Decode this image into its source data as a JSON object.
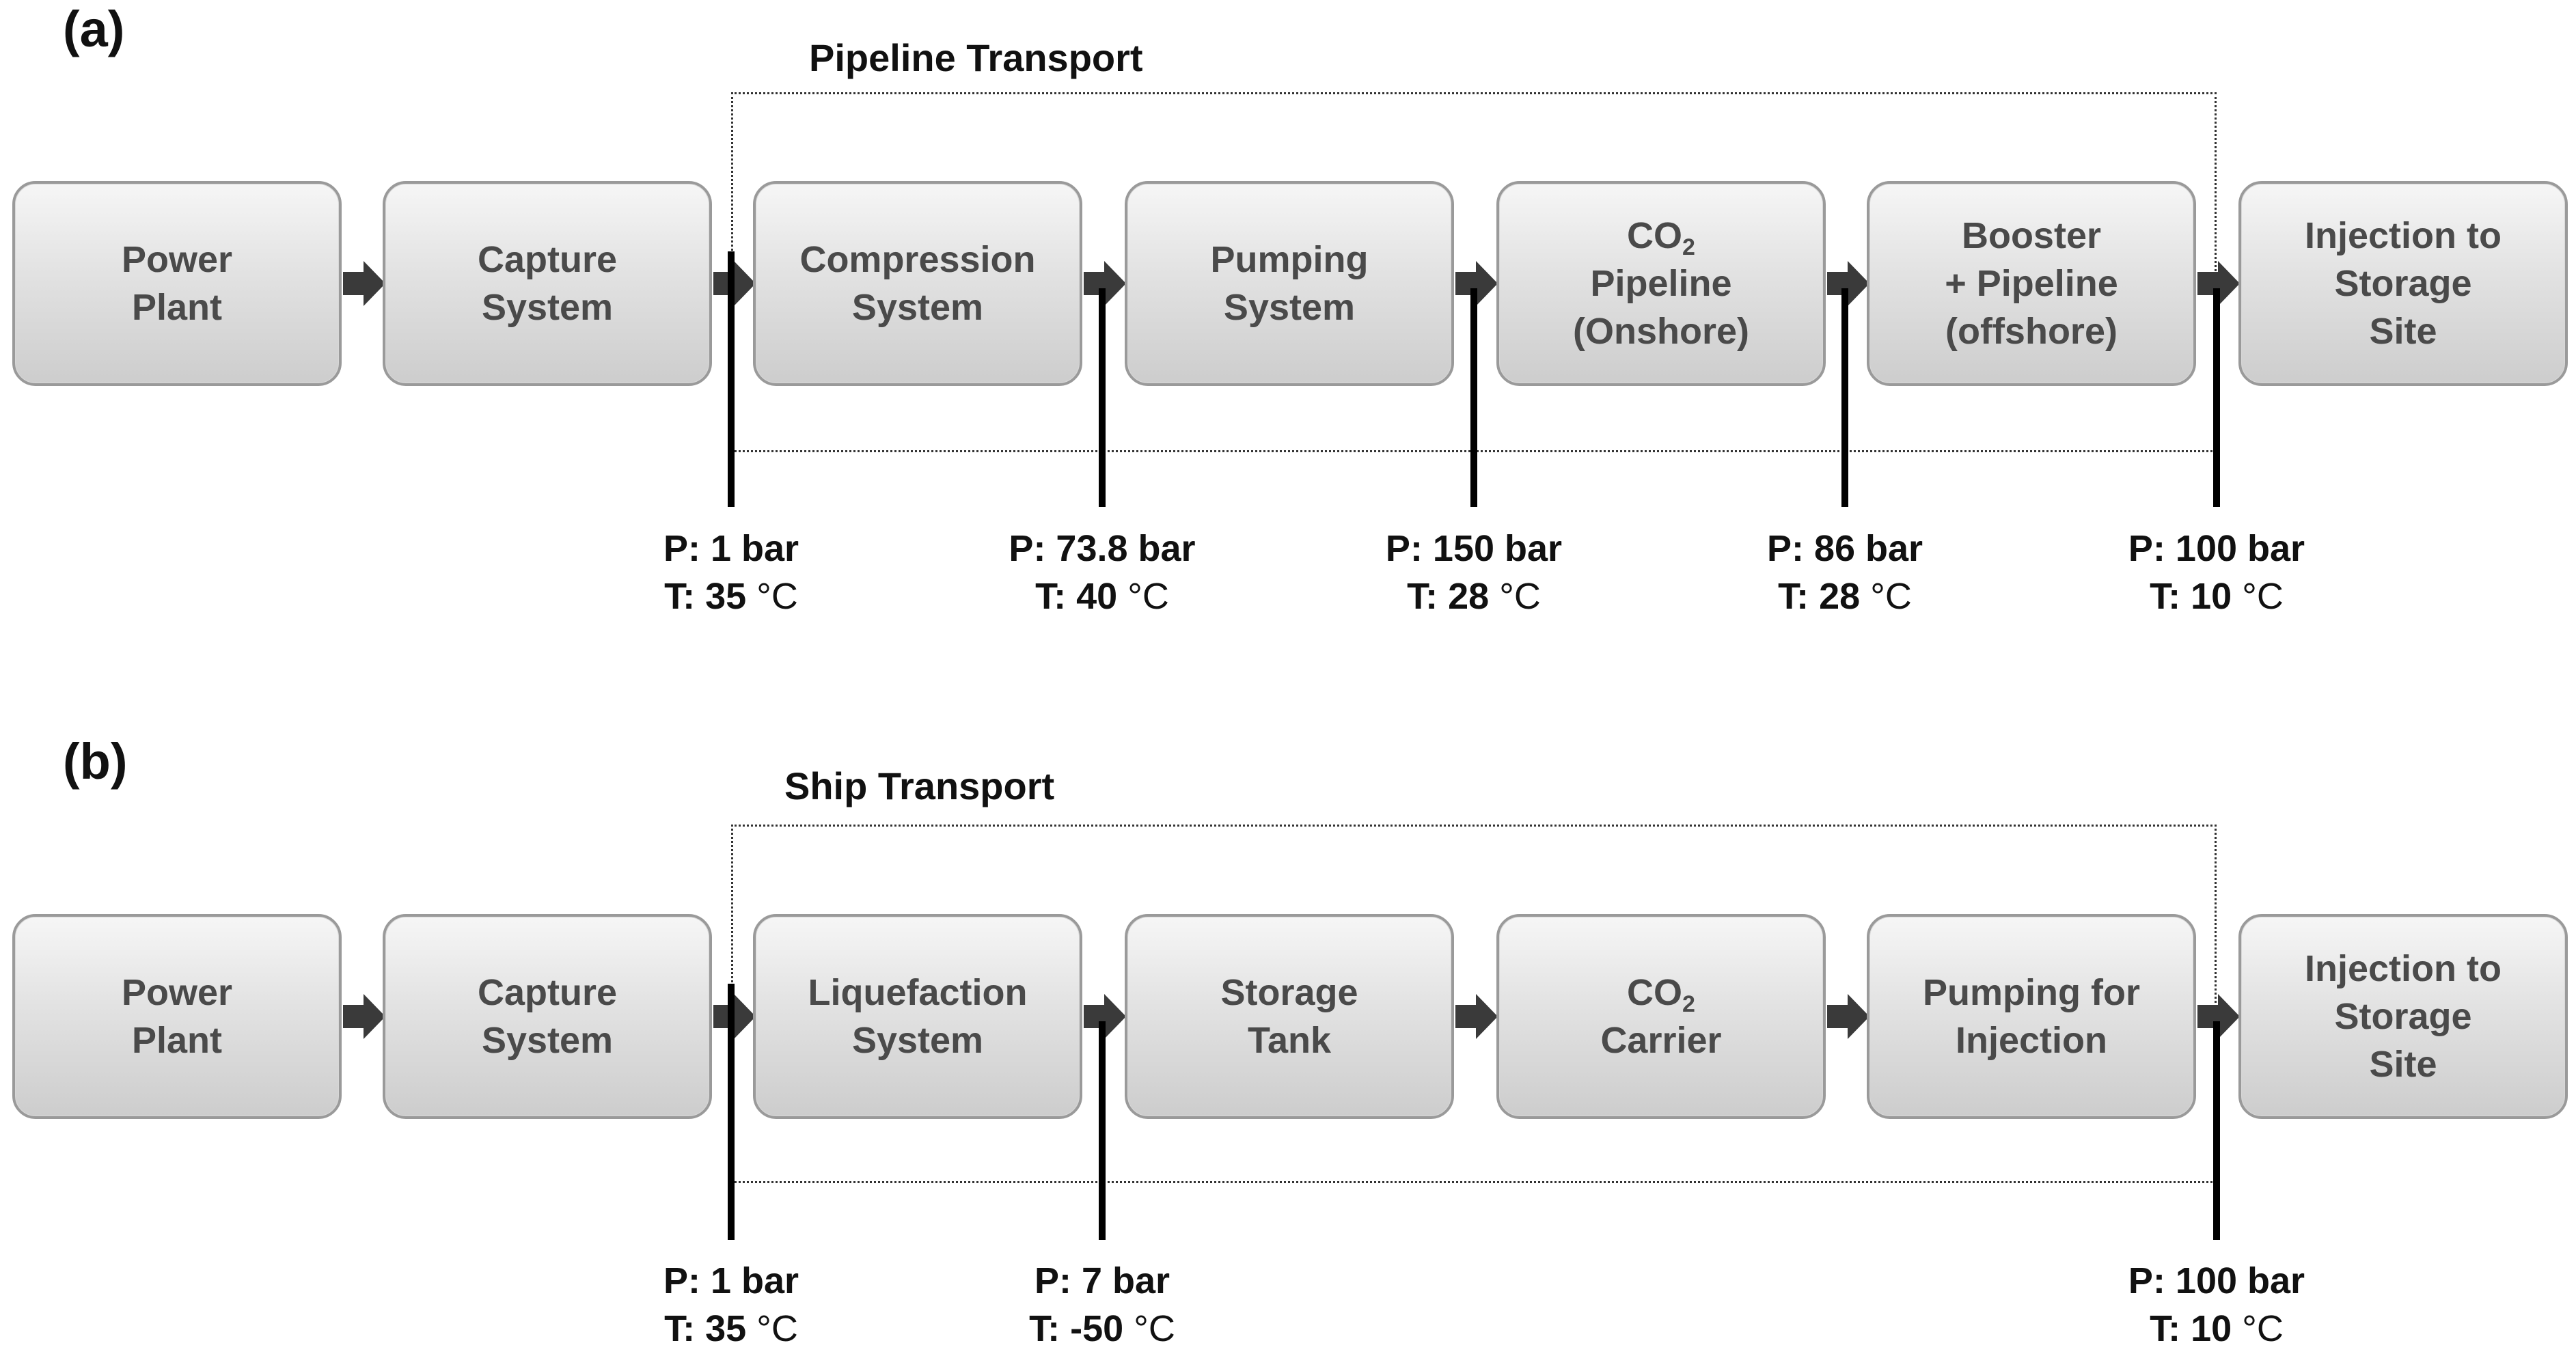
{
  "panels": [
    {
      "label": "(a)",
      "title": "Pipeline Transport",
      "steps": [
        {
          "lines": [
            "Power",
            "Plant"
          ]
        },
        {
          "lines": [
            "Capture",
            "System"
          ]
        },
        {
          "lines": [
            "Compression",
            "System"
          ]
        },
        {
          "lines": [
            "Pumping",
            "System"
          ]
        },
        {
          "lines": [
            "CO2",
            "Pipeline",
            "(Onshore)"
          ]
        },
        {
          "lines": [
            "Booster",
            "+ Pipeline",
            "(offshore)"
          ]
        },
        {
          "lines": [
            "Injection to",
            "Storage",
            "Site"
          ]
        }
      ],
      "conditions": [
        {
          "p": "P: 1 bar",
          "t": "T: 35",
          "unit": "°C"
        },
        {
          "p": "P: 73.8 bar",
          "t": "T: 40",
          "unit": "°C"
        },
        {
          "p": "P: 150 bar",
          "t": "T: 28",
          "unit": "°C"
        },
        {
          "p": "P: 86 bar",
          "t": "T: 28",
          "unit": "°C"
        },
        {
          "p": "P: 100 bar",
          "t": "T: 10",
          "unit": "°C"
        }
      ]
    },
    {
      "label": "(b)",
      "title": "Ship Transport",
      "steps": [
        {
          "lines": [
            "Power",
            "Plant"
          ]
        },
        {
          "lines": [
            "Capture",
            "System"
          ]
        },
        {
          "lines": [
            "Liquefaction",
            "System"
          ]
        },
        {
          "lines": [
            "Storage",
            "Tank"
          ]
        },
        {
          "lines": [
            "CO2",
            "Carrier"
          ]
        },
        {
          "lines": [
            "Pumping for",
            "Injection"
          ]
        },
        {
          "lines": [
            "Injection to",
            "Storage",
            "Site"
          ]
        }
      ],
      "conditions": [
        {
          "p": "P: 1 bar",
          "t": "T: 35",
          "unit": "°C"
        },
        {
          "p": "P: 7 bar",
          "t": "T: -50",
          "unit": "°C"
        },
        {
          "p": "P: 100 bar",
          "t": "T: 10",
          "unit": "°C"
        }
      ]
    }
  ],
  "colors": {
    "box_border": "#9a9a9a",
    "box_text": "#4a4a4a",
    "arrow": "#3a3a3a",
    "marker": "#000000"
  },
  "icons": {
    "connector": "right-arrow-icon"
  }
}
